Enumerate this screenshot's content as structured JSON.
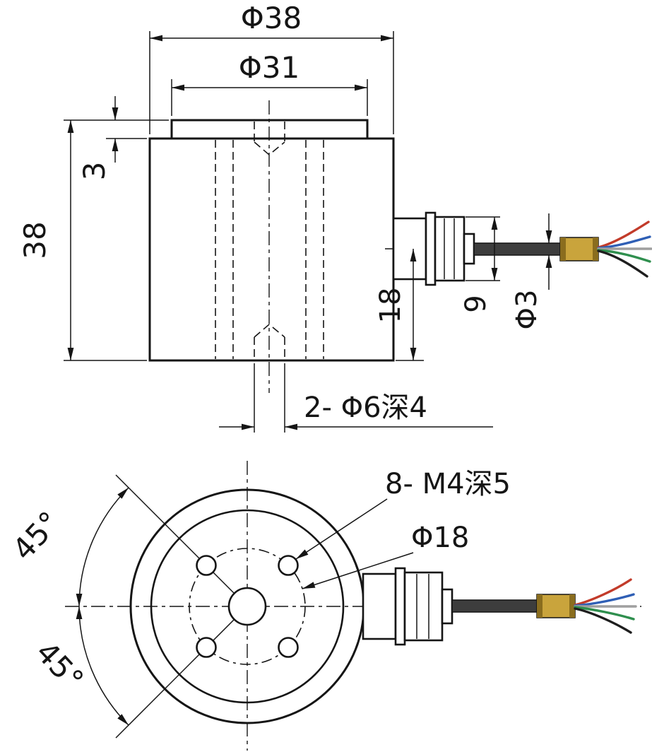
{
  "side_view": {
    "dim_outer_dia": "Φ38",
    "dim_plate_dia": "Φ31",
    "dim_plate_thickness": "3",
    "dim_height": "38",
    "dim_cable_height": "18",
    "dim_connector": "9",
    "dim_cable_dia": "Φ3",
    "dim_center_holes": "2- Φ6深4"
  },
  "plan_view": {
    "dim_bolt_holes": "8- M4深5",
    "dim_bolt_circle": "Φ18",
    "dim_angle_upper": "45°",
    "dim_angle_lower": "45°"
  },
  "colors": {
    "line": "#151515",
    "cable": "#3d3d3d",
    "ferrule": "#c9a43c",
    "ferrule_dark": "#8a6d1e",
    "wire_red": "#c23b2a",
    "wire_blue": "#2f5fb5",
    "wire_green": "#2f8f4e",
    "wire_black": "#1e1e1e",
    "wire_gray": "#9f9f9f"
  }
}
